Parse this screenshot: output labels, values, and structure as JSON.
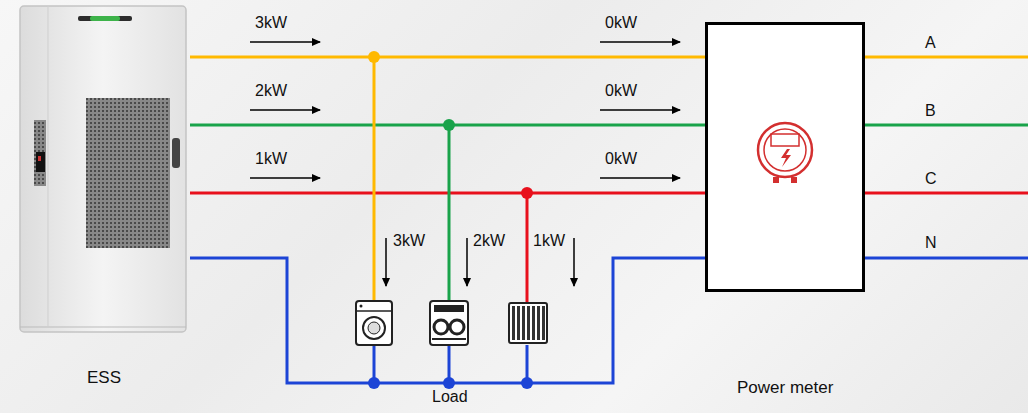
{
  "diagram": {
    "nodes": [
      {
        "text": [
          "ESS"
        ]
      },
      {
        "text": [
          "Power meter"
        ]
      }
    ],
    "edges": [
      {
        "from": 0,
        "to": 1,
        "arrow": "none"
      },
      {
        "from": 0,
        "to": 1,
        "arrow": "none"
      },
      {
        "from": 0,
        "to": 1,
        "arrow": "none"
      },
      {
        "from": 0,
        "to": 1,
        "arrow": "none"
      }
    ],
    "labels": [
      "3kW",
      "0kW",
      "2kW",
      "0kW",
      "1kW",
      "0kW",
      "3kW",
      "2kW",
      "1kW",
      "A",
      "B",
      "C",
      "N",
      "Load"
    ]
  }
}
